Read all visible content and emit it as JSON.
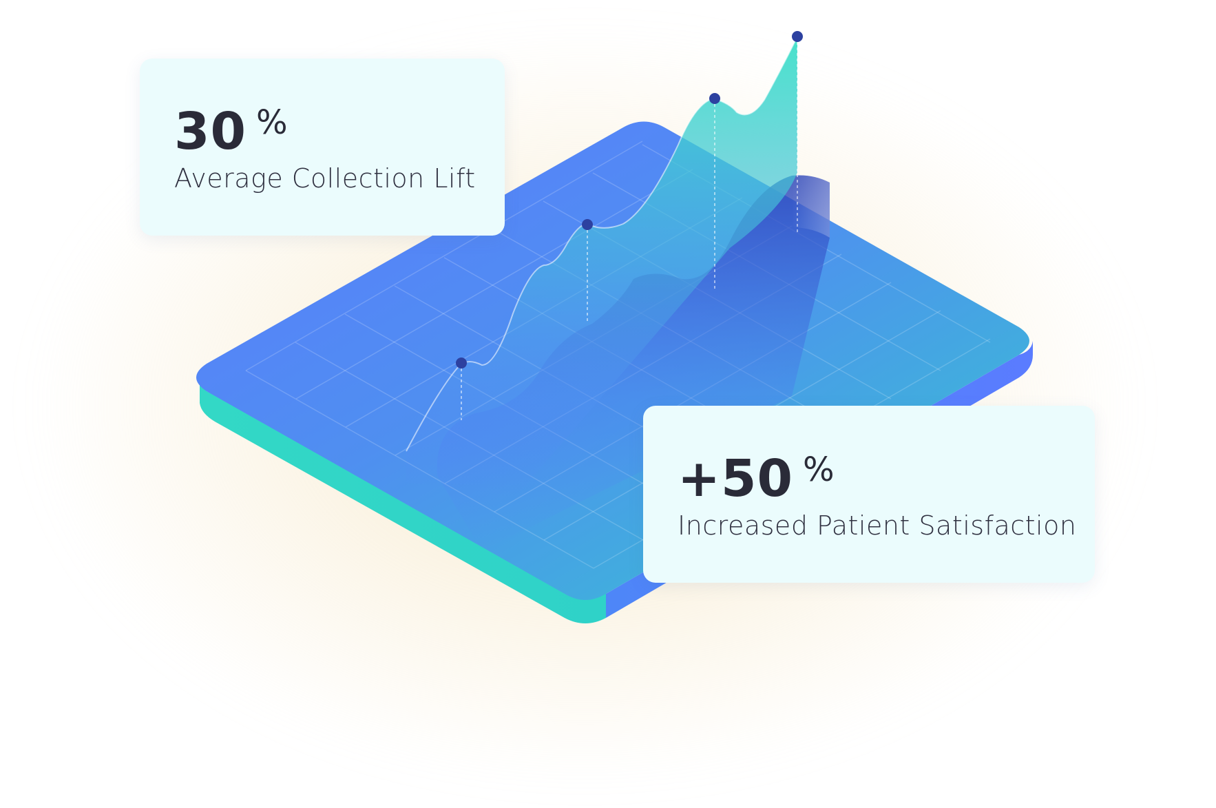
{
  "stats": [
    {
      "value": "30",
      "unit": "%",
      "label": "Average Collection Lift"
    },
    {
      "value": "+50",
      "unit": "%",
      "label": "Increased Patient Satisfaction"
    }
  ],
  "colors": {
    "card_background": "#ebfcfd",
    "platform_blue": "#5b7ffc",
    "platform_teal": "#3bc3cf",
    "platform_edge": "#2fd6c4",
    "line_area": "#3ed6c6",
    "point": "#2d41a0",
    "text": "#2a2b38"
  },
  "icons": [
    "data-point-icon"
  ]
}
